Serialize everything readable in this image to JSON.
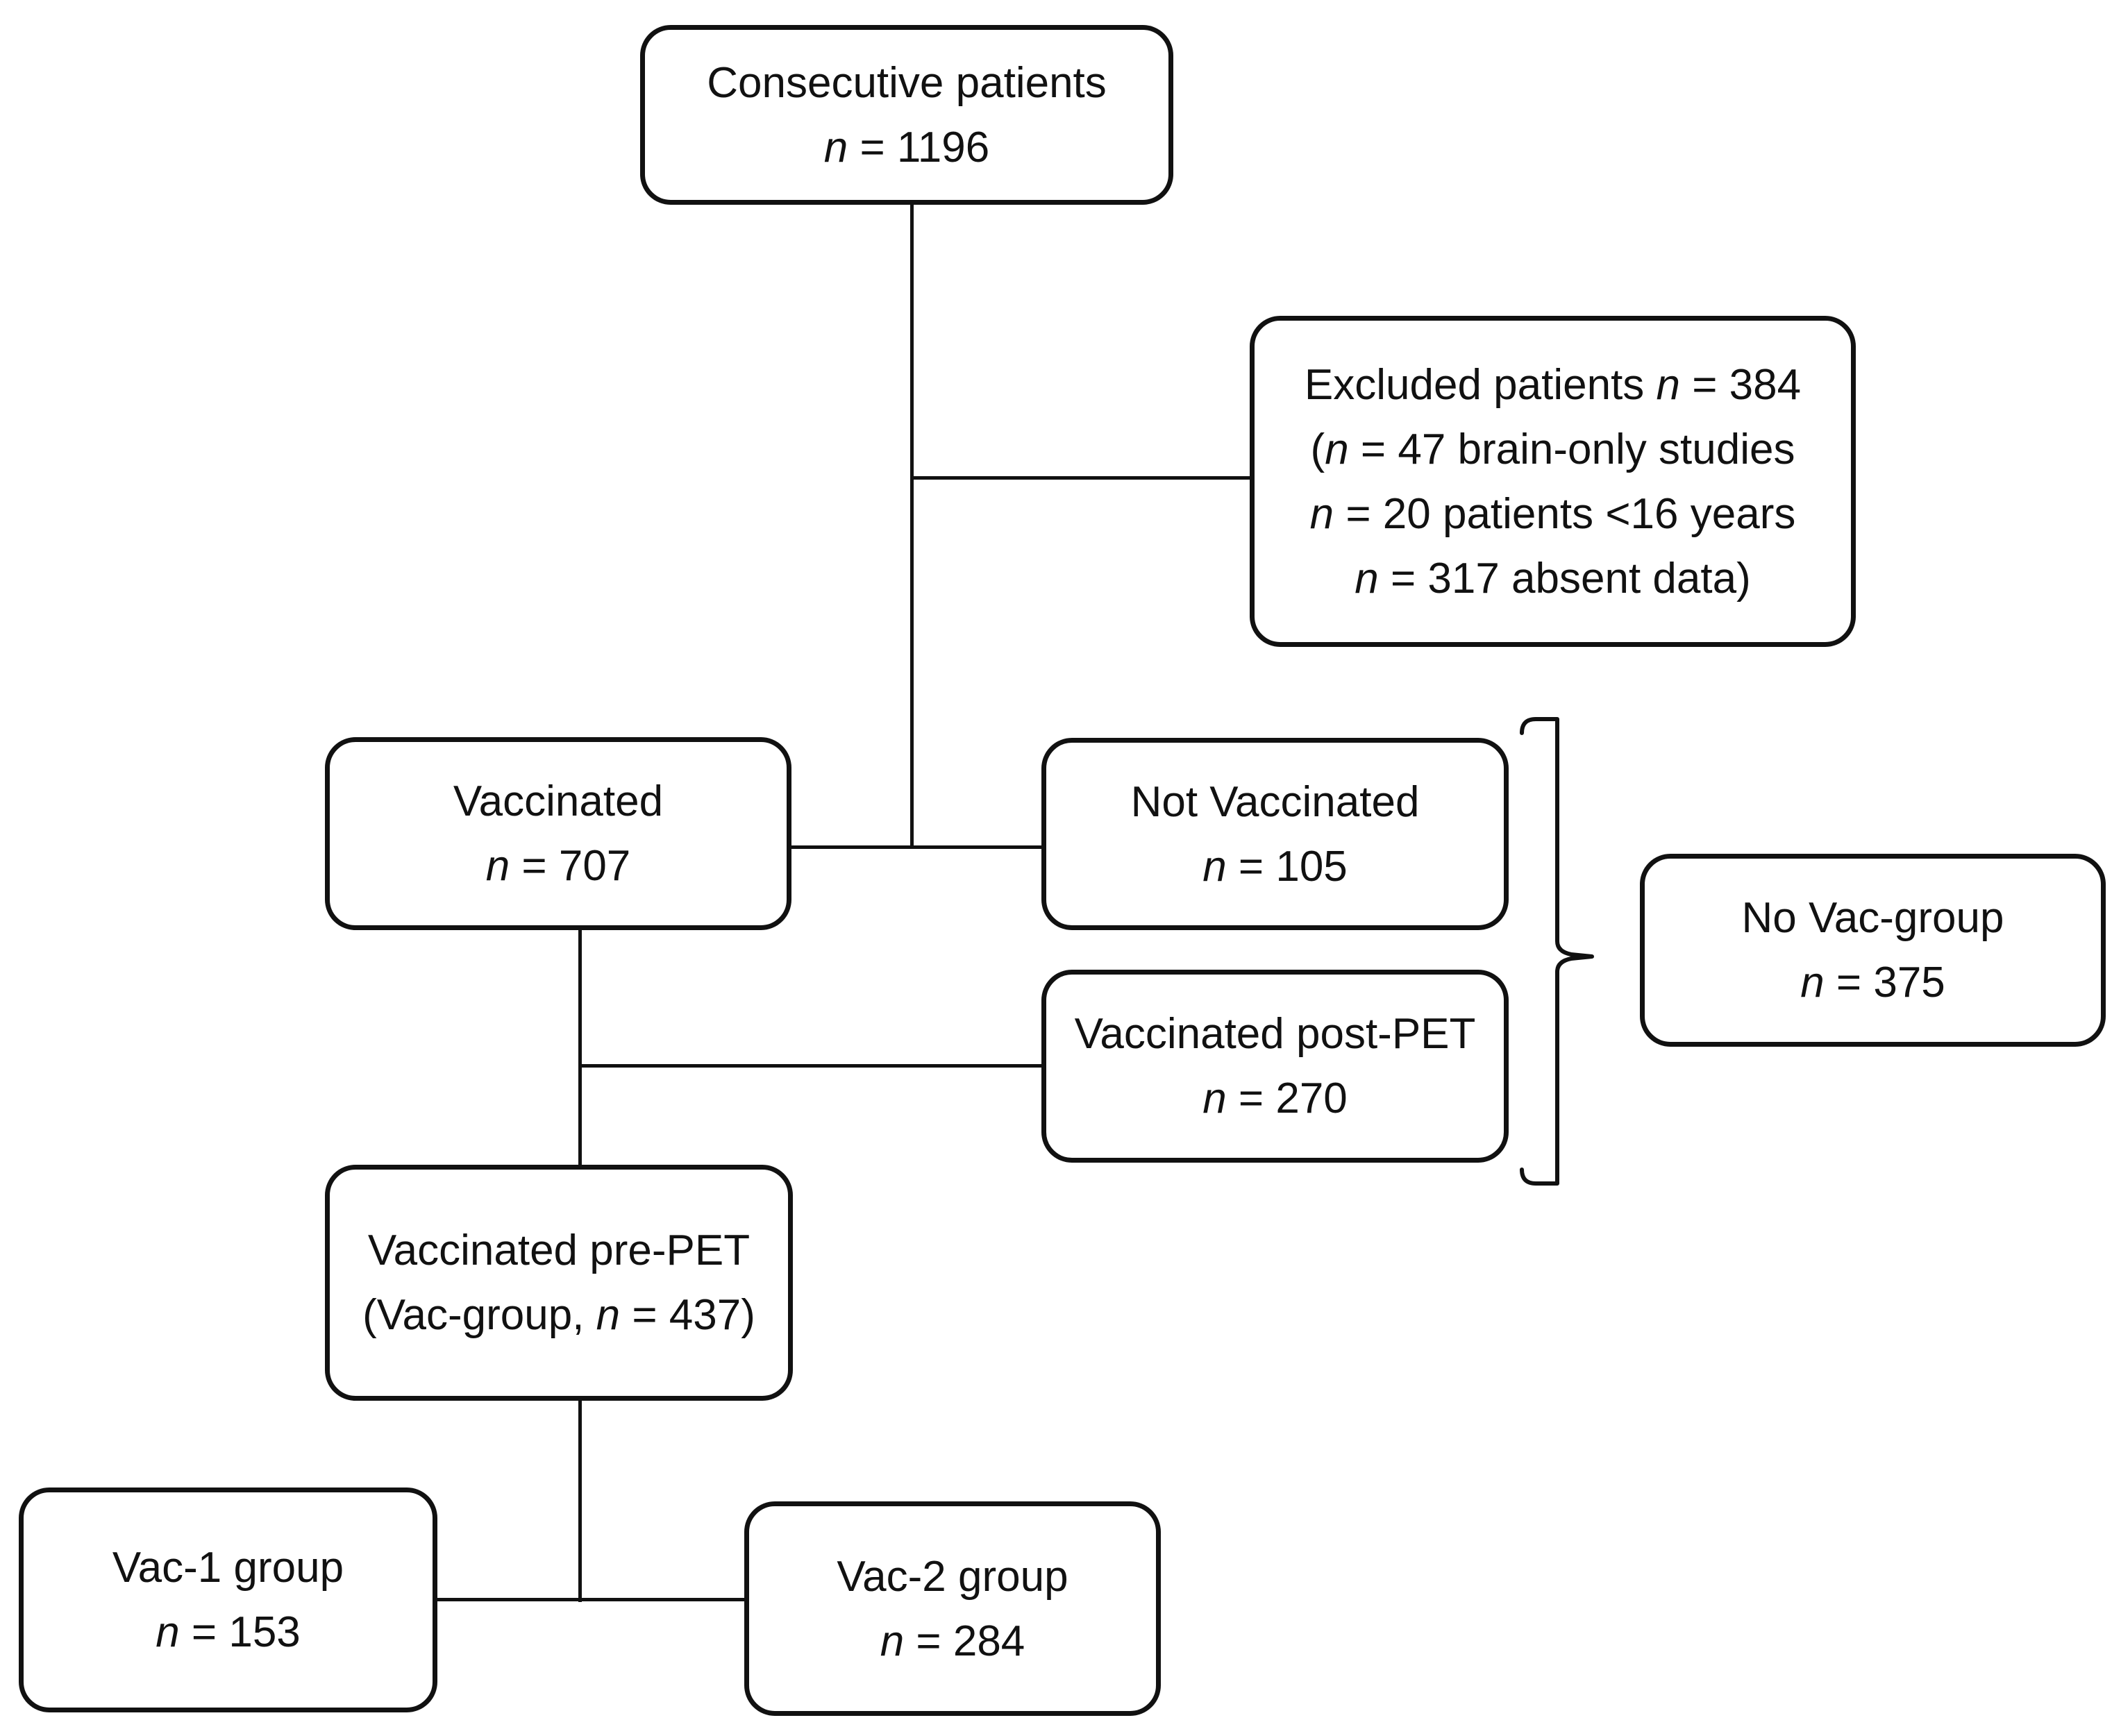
{
  "figure": {
    "type": "flowchart",
    "colors": {
      "line": "#111111",
      "text": "#111111",
      "background": "#ffffff"
    },
    "nodes": {
      "consecutive": {
        "lines": [
          {
            "pre": "Consecutive patients"
          },
          {
            "n": "n",
            "post": " = 1196"
          }
        ]
      },
      "excluded": {
        "lines": [
          {
            "pre": "Excluded patients ",
            "n": "n",
            "post": " = 384"
          },
          {
            "pre": "(",
            "n": "n",
            "post": " = 47 brain-only studies"
          },
          {
            "n": "n",
            "post": " = 20 patients <16 years"
          },
          {
            "n": "n",
            "post": " = 317 absent data)"
          }
        ]
      },
      "vaccinated": {
        "lines": [
          {
            "pre": "Vaccinated"
          },
          {
            "n": "n",
            "post": " = 707"
          }
        ]
      },
      "not_vaccinated": {
        "lines": [
          {
            "pre": "Not Vaccinated"
          },
          {
            "n": "n",
            "post": " = 105"
          }
        ]
      },
      "vaccinated_post_pet": {
        "lines": [
          {
            "pre": "Vaccinated post-PET"
          },
          {
            "n": "n",
            "post": " = 270"
          }
        ]
      },
      "no_vac_group": {
        "lines": [
          {
            "pre": "No Vac-group"
          },
          {
            "n": "n",
            "post": " = 375"
          }
        ]
      },
      "vaccinated_pre_pet": {
        "lines": [
          {
            "pre": "Vaccinated pre-PET"
          },
          {
            "pre": "(Vac-group, ",
            "n": "n",
            "post": " = 437)"
          }
        ]
      },
      "vac1": {
        "lines": [
          {
            "pre": "Vac-1 group"
          },
          {
            "n": "n",
            "post": " = 153"
          }
        ]
      },
      "vac2": {
        "lines": [
          {
            "pre": "Vac-2 group"
          },
          {
            "n": "n",
            "post": " = 284"
          }
        ]
      }
    }
  }
}
